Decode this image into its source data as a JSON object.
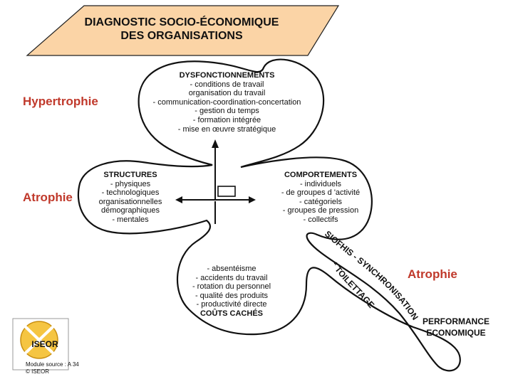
{
  "header": {
    "title_line1": "DIAGNOSTIC SOCIO-ÉCONOMIQUE",
    "title_line2": "DES ORGANISATIONS"
  },
  "labels": {
    "hypertrophie": "Hypertrophie",
    "atrophie_left": "Atrophie",
    "atrophie_right": "Atrophie",
    "performance_line1": "PERFORMANCE",
    "performance_line2": "ECONOMIQUE"
  },
  "dysfonctionnements": {
    "heading": "DYSFONCTIONNEMENTS",
    "items": [
      "- conditions de travail",
      "organisation du travail",
      "- communication-coordination-concertation",
      "- gestion du temps",
      "- formation intégrée",
      "- mise en œuvre stratégique"
    ]
  },
  "structures": {
    "heading": "STRUCTURES",
    "items": [
      "- physiques",
      "- technologiques",
      "organisationnelles",
      "démographiques",
      "- mentales"
    ]
  },
  "comportements": {
    "heading": "COMPORTEMENTS",
    "items": [
      "- individuels",
      "- de groupes d 'activité",
      "- catégoriels",
      "- groupes de pression",
      "- collectifs"
    ]
  },
  "couts_caches": {
    "items": [
      "- absentéisme",
      "- accidents du travail",
      "- rotation du personnel",
      "- qualité des produits",
      "- productivité directe"
    ],
    "heading": "COÛTS CACHÉS"
  },
  "curved_text": {
    "outer": "SIOFHIS - SYNCHRONISATION",
    "inner": "* TOILETTAGE"
  },
  "footer": {
    "logo": "ISEOR",
    "module_line": "Module source : A 34",
    "copyright": "© ISEOR"
  },
  "colors": {
    "title_fill": "#fbd4a6",
    "accent_red": "#c0392b",
    "logo_fill": "#f5c542"
  }
}
